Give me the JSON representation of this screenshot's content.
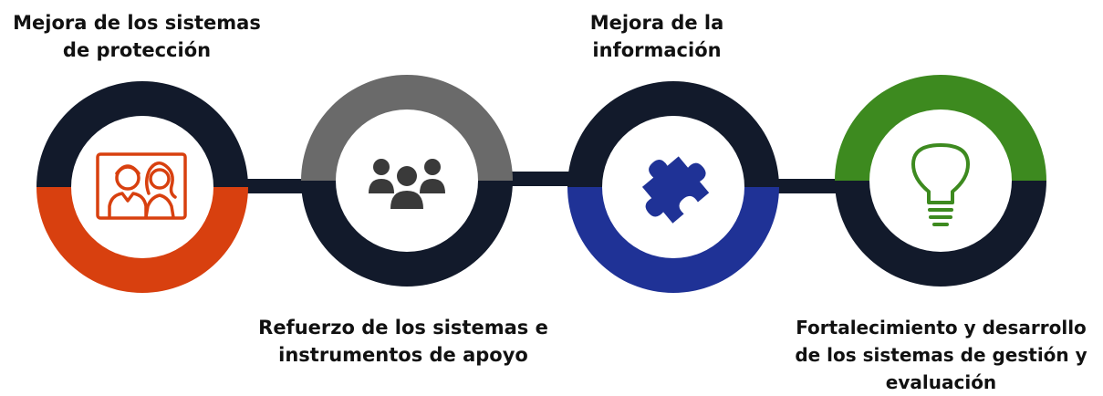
{
  "colors": {
    "dark": "#121a2b",
    "orange": "#d8400f",
    "gray": "#6a6a6a",
    "blue": "#1f3296",
    "green": "#3d8a1f",
    "background": "#ffffff"
  },
  "steps": [
    {
      "lines": [
        "Mejora de los sistemas",
        "de protección"
      ],
      "icon": "family-portrait-icon",
      "accent": "orange",
      "accent_half": "bottom",
      "label_position": "top"
    },
    {
      "lines": [
        "Refuerzo de los sistemas e",
        "instrumentos de apoyo"
      ],
      "icon": "people-group-icon",
      "accent": "gray",
      "accent_half": "top",
      "label_position": "bottom"
    },
    {
      "lines": [
        "Mejora de la",
        "información"
      ],
      "icon": "puzzle-piece-icon",
      "accent": "blue",
      "accent_half": "bottom",
      "label_position": "top"
    },
    {
      "lines": [
        "Fortalecimiento y desarrollo",
        "de los sistemas de gestión y",
        "evaluación"
      ],
      "icon": "lightbulb-icon",
      "accent": "green",
      "accent_half": "top",
      "label_position": "bottom"
    }
  ]
}
